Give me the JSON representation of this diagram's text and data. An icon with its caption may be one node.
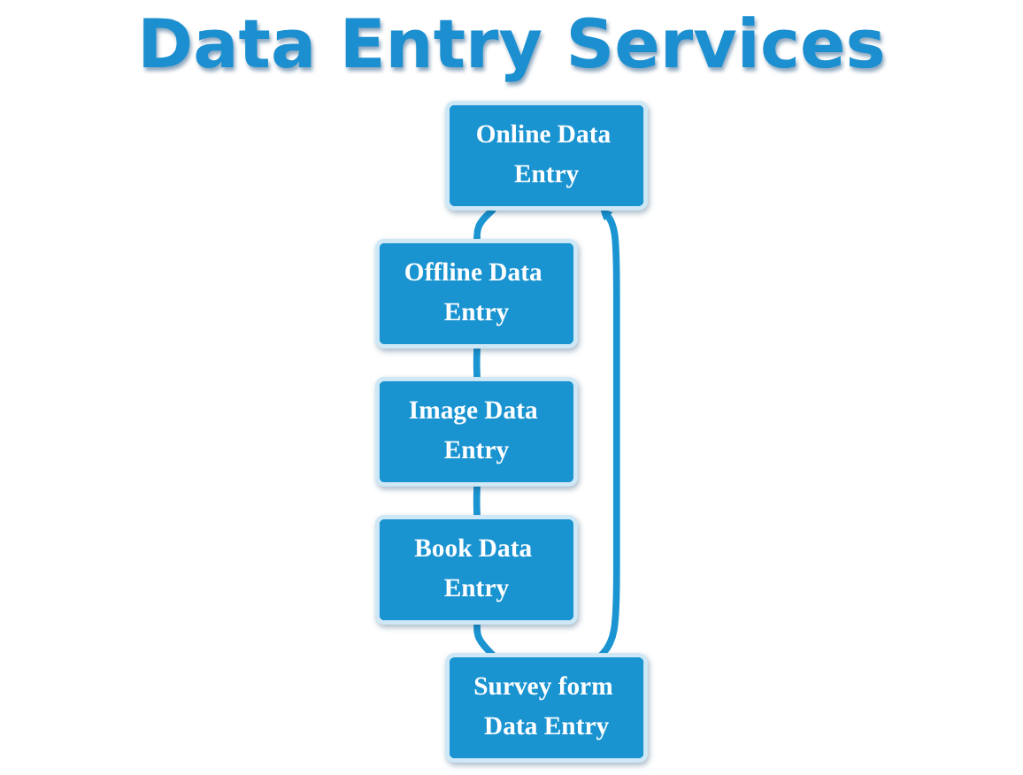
{
  "diagram": {
    "title": "Data Entry Services",
    "nodes": [
      {
        "text": [
          "Online Data Entry"
        ]
      },
      {
        "text": [
          "Offline Data Entry"
        ]
      },
      {
        "text": [
          "Image Data Entry"
        ]
      },
      {
        "text": [
          "Book Data Entry"
        ]
      },
      {
        "text": [
          "Survey form Data Entry"
        ]
      }
    ],
    "edges": [
      {
        "from": 0,
        "to": 1,
        "arrow": "none"
      },
      {
        "from": 1,
        "to": 2,
        "arrow": "none"
      },
      {
        "from": 2,
        "to": 3,
        "arrow": "none"
      },
      {
        "from": 3,
        "to": 4,
        "arrow": "none"
      },
      {
        "from": 4,
        "to": 0,
        "arrow": "to"
      }
    ]
  }
}
